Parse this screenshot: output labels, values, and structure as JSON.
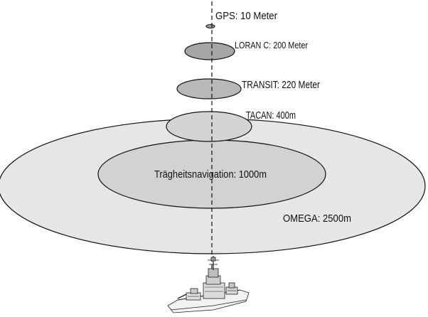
{
  "labels": {
    "gps": "GPS: 10 Meter",
    "loran": "LORAN C: 200 Meter",
    "transit": "TRANSIT: 220 Meter",
    "tacan": "TACAN: 400m",
    "inertial": "Trägheitsnavigation: 1000m",
    "omega": "OMEGA: 2500m"
  },
  "colors": {
    "outline": "#111111",
    "fill_light": "#e4e4e4",
    "fill_mid": "#cfcfcf",
    "fill_dark": "#a9a9a9",
    "background": "#ffffff"
  },
  "icons": {
    "ship": "warship-icon"
  }
}
